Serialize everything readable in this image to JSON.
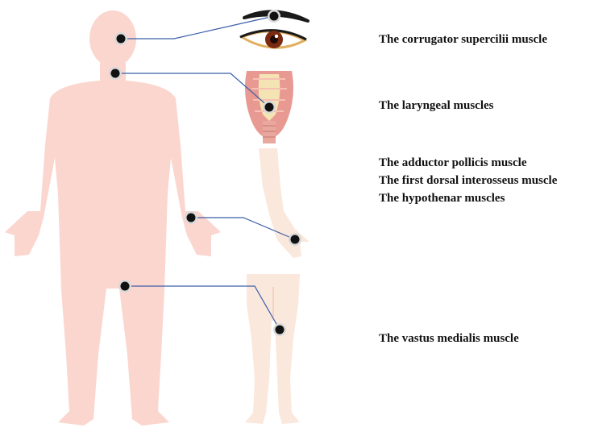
{
  "labels": {
    "corrugator": "The corrugator supercilii muscle",
    "laryngeal": "The laryngeal muscles",
    "adductor": "The adductor pollicis muscle",
    "interosseus": "The first dorsal interosseus muscle",
    "hypothenar": "The hypothenar muscles",
    "vastus": "The vastus medialis muscle"
  },
  "colors": {
    "body": "#fbd6cf",
    "limb": "#fbe8dc",
    "connector": "#3b5ea8",
    "marker": "#111111",
    "marker_ring": "#d9d9d9",
    "eyebrow": "#1a1a1a",
    "iris": "#7a2a10",
    "eyelid": "#e0b060",
    "larynx_muscle": "#e89a92",
    "larynx_cartilage": "#f4e4b4"
  }
}
